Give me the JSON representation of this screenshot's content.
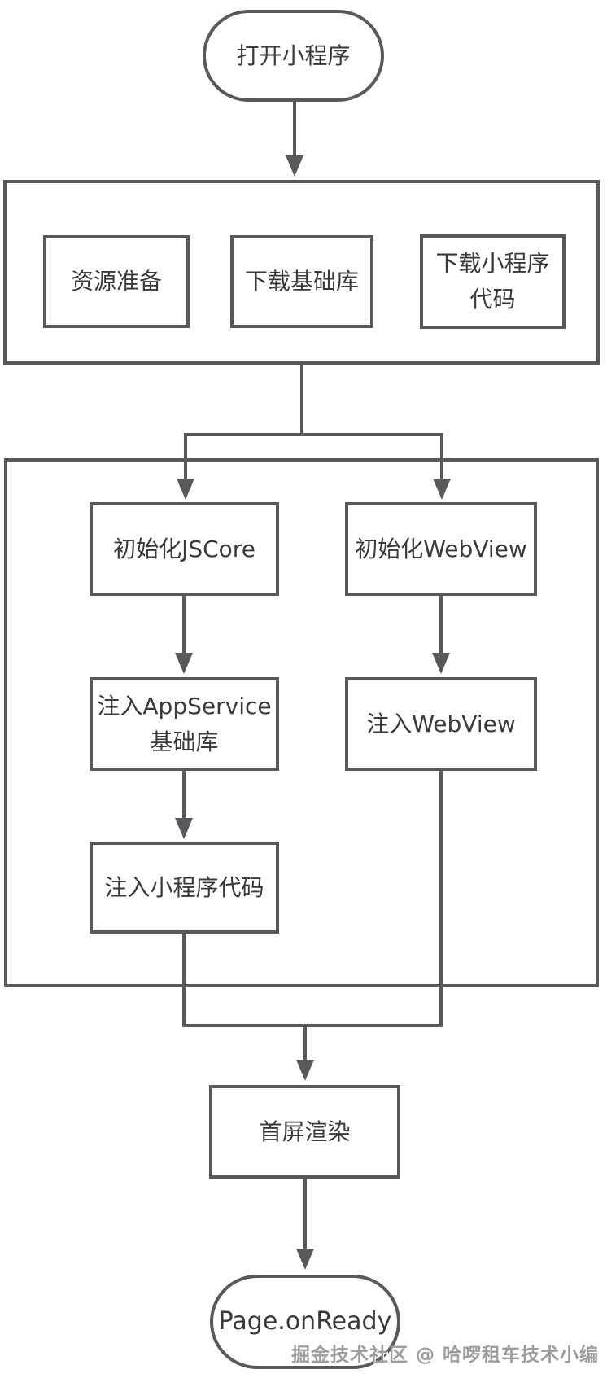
{
  "diagram": {
    "type": "flowchart",
    "background": "#ffffff",
    "colors": {
      "stroke": "#58595b",
      "text": "#3a3a3a",
      "watermark": "#9d9d9d"
    },
    "watermark": "掘金技术社区 @ 哈啰租车技术小编",
    "nodes": {
      "start": {
        "shape": "terminator",
        "label": "打开小程序"
      },
      "resource_prepare": {
        "shape": "process",
        "label": "资源准备"
      },
      "download_base_lib": {
        "shape": "process",
        "label": "下载基础库"
      },
      "download_mini_code": {
        "shape": "process",
        "line1": "下载小程序",
        "line2": "代码"
      },
      "init_jscore": {
        "shape": "process",
        "label": "初始化JSCore"
      },
      "init_webview": {
        "shape": "process",
        "label": "初始化WebView"
      },
      "inject_appservice": {
        "shape": "process",
        "line1": "注入AppService",
        "line2": "基础库"
      },
      "inject_webview": {
        "shape": "process",
        "label": "注入WebView"
      },
      "inject_mini_code": {
        "shape": "process",
        "label": "注入小程序代码"
      },
      "first_render": {
        "shape": "process",
        "label": "首屏渲染"
      },
      "end": {
        "shape": "terminator",
        "label": "Page.onReady"
      }
    },
    "edges": [
      {
        "from": "start",
        "to": "resource-stage"
      },
      {
        "from": "resource-stage",
        "to": "init_jscore"
      },
      {
        "from": "resource-stage",
        "to": "init_webview"
      },
      {
        "from": "init_jscore",
        "to": "inject_appservice"
      },
      {
        "from": "inject_appservice",
        "to": "inject_mini_code"
      },
      {
        "from": "init_webview",
        "to": "inject_webview"
      },
      {
        "from": "inject_mini_code",
        "to": "first_render"
      },
      {
        "from": "inject_webview",
        "to": "first_render"
      },
      {
        "from": "first_render",
        "to": "end"
      }
    ]
  }
}
